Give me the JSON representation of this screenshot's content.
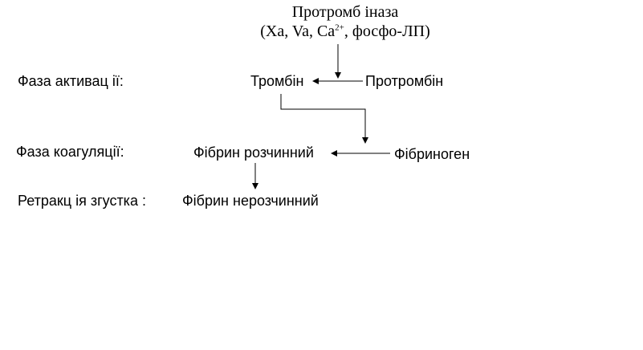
{
  "diagram": {
    "enzyme": {
      "name": "Протромб іназа",
      "cofactors_prefix": "(Xa, Va, Ca",
      "cofactors_sup": "2+",
      "cofactors_suffix": ", фосфо-ЛП)"
    },
    "phases": {
      "activation": "Фаза активац  ії:",
      "coagulation": "Фаза коагуляції:",
      "retraction": "Ретракц  ія згустка :"
    },
    "nodes": {
      "thrombin": "Тромбін",
      "prothrombin": "Протромбін",
      "fibrin_soluble": "Фібрин розчинний",
      "fibrinogen": "Фібриноген",
      "fibrin_insoluble": "Фібрин нерозчинний"
    },
    "line_color": "#000000"
  }
}
